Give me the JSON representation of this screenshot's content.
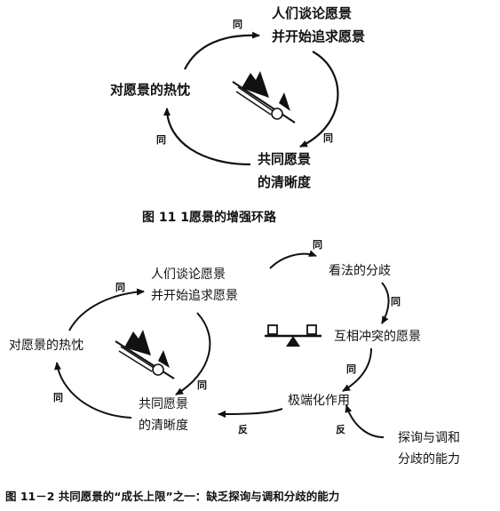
{
  "fig1": {
    "node_talk_line1": "人们谈论愿景",
    "node_talk_line2": "并开始追求愿景",
    "node_enthusiasm": "对愿景的热忱",
    "node_clarity_line1": "共同愿景",
    "node_clarity_line2": "的清晰度",
    "link_tag": "同",
    "caption": "图 11   1愿景的增强环路"
  },
  "fig2": {
    "node_talk_line1": "人们谈论愿景",
    "node_talk_line2": "并开始追求愿景",
    "node_enthusiasm": "对愿景的热忱",
    "node_clarity_line1": "共同愿景",
    "node_clarity_line2": "的清晰度",
    "node_divergence": "看法的分歧",
    "node_conflict": "互相冲突的愿景",
    "node_polarize": "极端化作用",
    "node_inquiry_line1": "探询与调和",
    "node_inquiry_line2": "分歧的能力",
    "link_same": "同",
    "link_opposite": "反",
    "caption": "图 11－2   共同愿景的“成长上限”之一：缺乏探询与调和分歧的能力"
  }
}
